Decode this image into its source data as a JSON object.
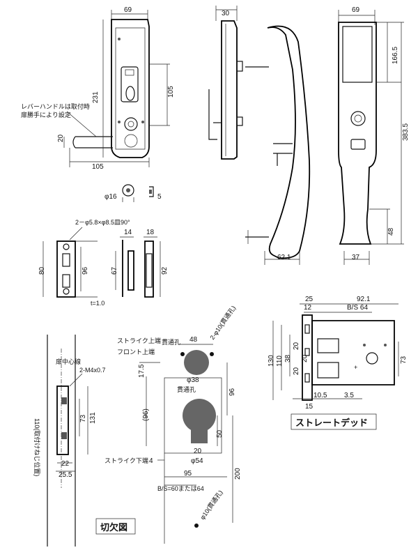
{
  "front_view": {
    "width_69": "69",
    "height_231": "231",
    "dim_105_v": "105",
    "dim_105_h": "105",
    "dim_20": "20",
    "note_line1": "レバーハンドルは取付時",
    "note_line2": "扉勝手により設定"
  },
  "cylinder_detail": {
    "dia_16": "φ16",
    "dim_5": "5"
  },
  "side_view": {
    "dim_30": "30",
    "dim_62_1": "62.1"
  },
  "rear_view": {
    "width_69": "69",
    "dim_166_5": "166.5",
    "dim_383_5": "383.5",
    "dim_48": "48",
    "dim_37": "37"
  },
  "strike_plate": {
    "holes_note": "2－φ5.8×φ8.5皿90°",
    "dim_80": "80",
    "dim_96": "96",
    "thickness": "t=1.0"
  },
  "strike_side": {
    "dim_14": "14",
    "dim_18": "18",
    "dim_67": "67",
    "dim_92": "92"
  },
  "lock_case": {
    "dim_25": "25",
    "dim_12": "12",
    "dim_92_1": "92.1",
    "backset": "B/S 64",
    "dim_130": "130",
    "dim_110": "110",
    "dim_38": "38",
    "dim_20a": "20",
    "dim_20b": "20",
    "dim_20c": "20",
    "dim_73": "73",
    "dim_10_5": "10.5",
    "dim_3_5": "3.5",
    "dim_15": "15",
    "title": "ストレートデッド"
  },
  "cutout_left": {
    "door_center": "扉中心線",
    "screw": "2-M4x0.7",
    "dim_110_label": "110(取付けねじ位置)",
    "dim_73": "73",
    "dim_131": "131",
    "dim_22": "22",
    "dim_25_5": "25.5"
  },
  "cutout_right": {
    "strike_top": "ストライク上端",
    "front_top": "フロント上端",
    "through_hole_1": "貫通孔",
    "through_hole_2": "貫通孔",
    "hole_note_1": "2-φ10(貫通孔)",
    "hole_note_2": "φ10(貫通孔)",
    "dim_48": "48",
    "dia_38": "φ38",
    "dim_17_5": "17.5",
    "dim_96_paren": "(96)",
    "dim_96": "96",
    "dim_50": "50",
    "dim_20": "20",
    "dia_54": "φ54",
    "dim_4": "4",
    "strike_bottom": "ストライク下端",
    "dim_95": "95",
    "dim_200": "200",
    "backset_note": "B/S=60または64"
  },
  "cutout_title": "切欠図"
}
